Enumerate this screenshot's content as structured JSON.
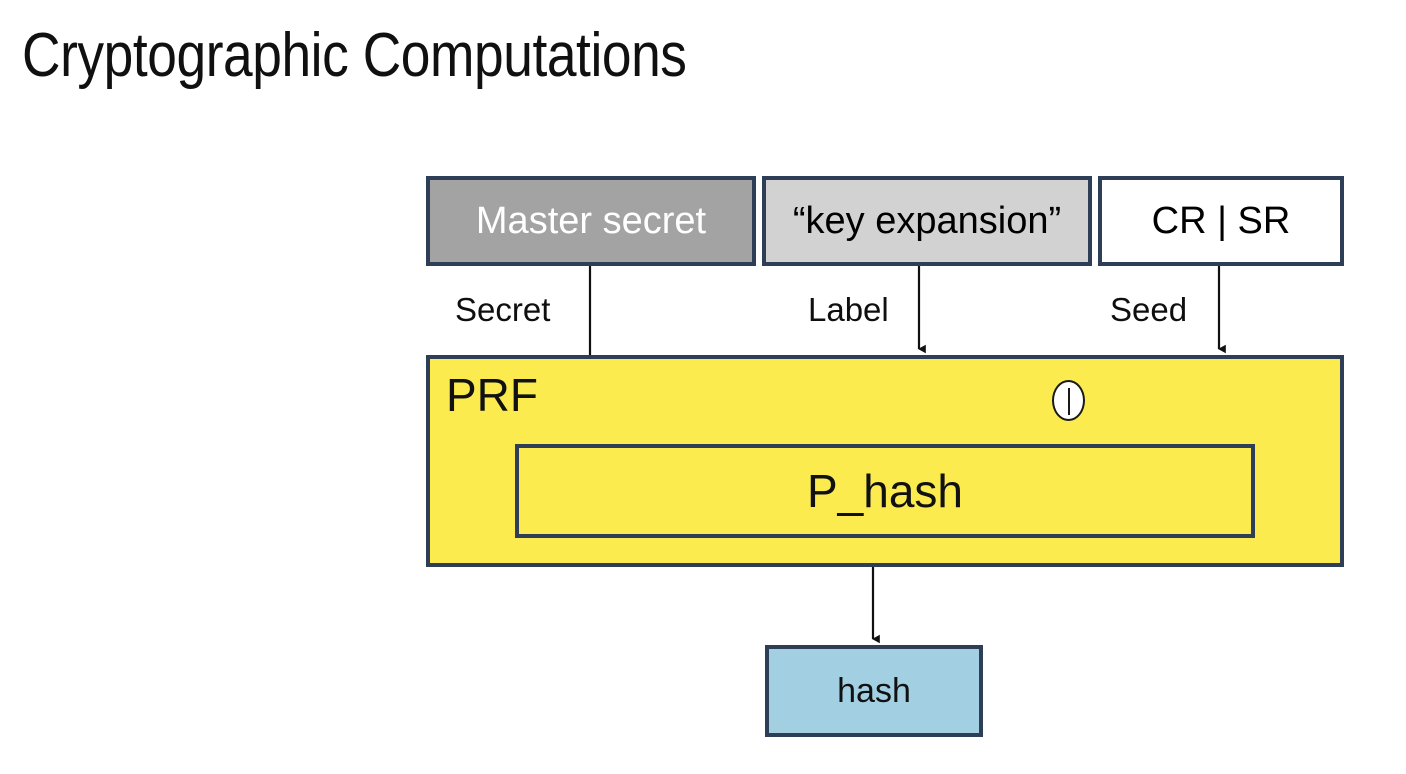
{
  "slide": {
    "title": "Cryptographic Computations",
    "background_color": "#ffffff"
  },
  "diagram": {
    "inputs": [
      {
        "id": "master-secret",
        "label": "Master secret",
        "fill": "#a3a3a3",
        "text_color": "#ffffff",
        "border_color": "#2e3e57",
        "edge_label": "Secret"
      },
      {
        "id": "key-expansion",
        "label": "“key expansion”",
        "fill": "#d2d2d2",
        "text_color": "#000000",
        "border_color": "#2e3e57",
        "edge_label": "Label"
      },
      {
        "id": "cr-sr",
        "label": "CR | SR",
        "fill": "#ffffff",
        "text_color": "#000000",
        "border_color": "#2e3e57",
        "edge_label": "Seed"
      }
    ],
    "edge_labels": {
      "secret": "Secret",
      "label": "Label",
      "seed": "Seed"
    },
    "prf": {
      "label": "PRF",
      "fill": "#fbeb4e",
      "border_color": "#2e3e57",
      "inner": {
        "id": "p-hash",
        "label": "P_hash",
        "fill": "#fbeb4e",
        "border_color": "#2e3e57"
      },
      "concat": {
        "label": "|",
        "name": "concatenation-operator",
        "fill": "#ffffff",
        "border_color": "#1a1a1a"
      }
    },
    "output": {
      "id": "hash",
      "label": "hash",
      "fill": "#a3cfe3",
      "text_color": "#111111",
      "border_color": "#2e3e57"
    }
  }
}
